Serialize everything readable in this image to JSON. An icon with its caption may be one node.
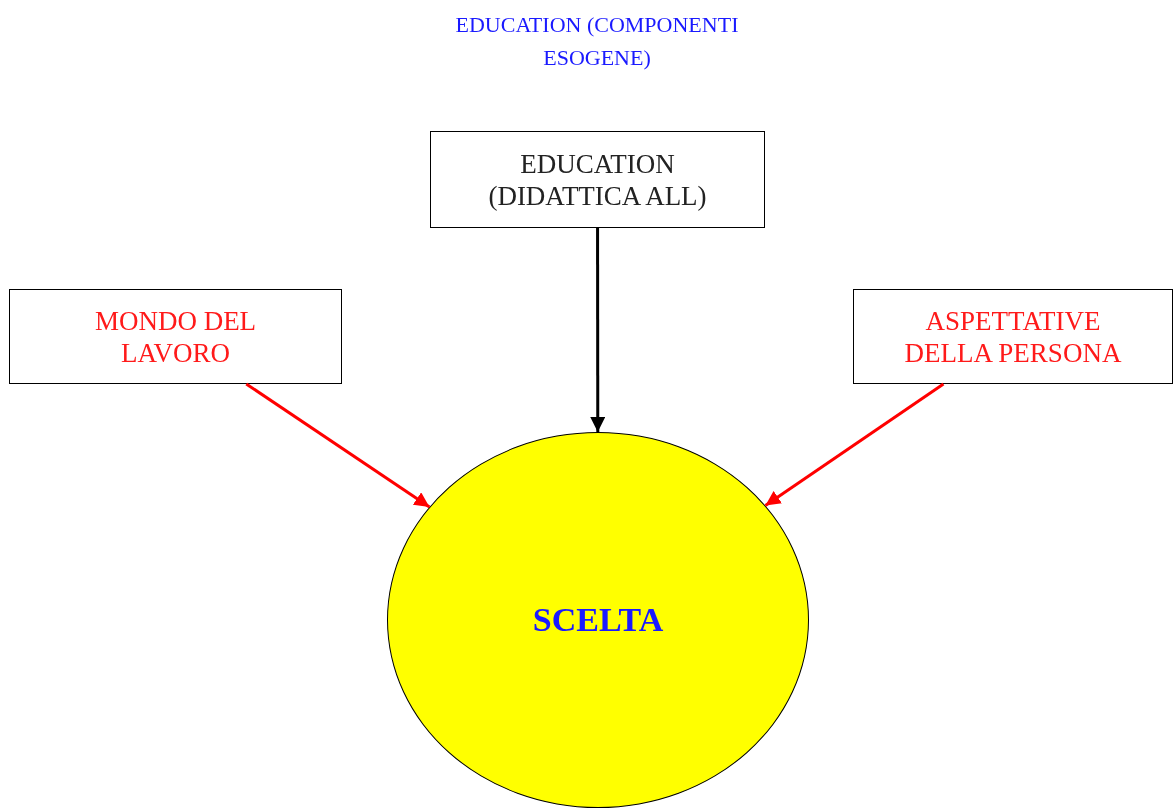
{
  "diagram": {
    "title": "EDUCATION (COMPONENTI ESOGENE)",
    "nodes": [
      {
        "text": [
          "EDUCATION (DIDATTICA ALL)"
        ]
      },
      {
        "text": [
          "MONDO DEL LAVORO"
        ]
      },
      {
        "text": [
          "ASPETTATIVE DELLA PERSONA"
        ]
      },
      {
        "text": [
          "SCELTA"
        ]
      }
    ],
    "edges": [
      {
        "from": 0,
        "to": 3,
        "arrow": "to",
        "color": "#000000"
      },
      {
        "from": 1,
        "to": 3,
        "arrow": "to",
        "color": "#ff0000"
      },
      {
        "from": 2,
        "to": 3,
        "arrow": "to",
        "color": "#ff0000"
      }
    ]
  }
}
